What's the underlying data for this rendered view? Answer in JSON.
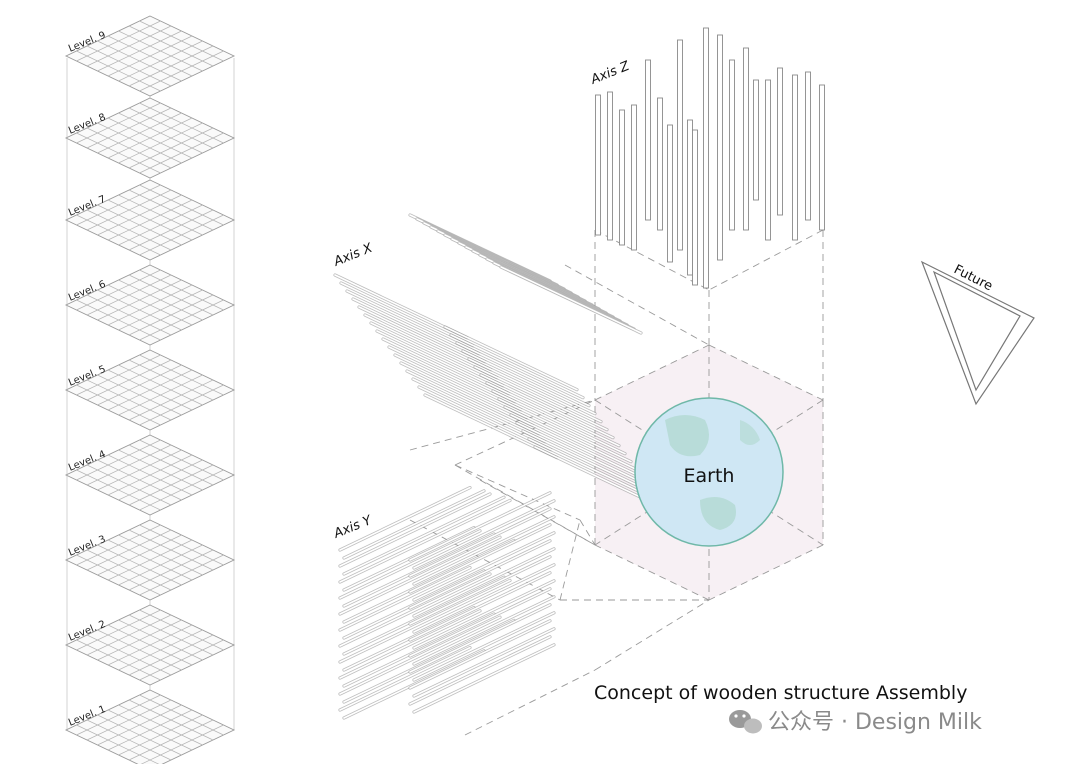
{
  "levels": [
    "Level. 1",
    "Level. 2",
    "Level. 3",
    "Level. 4",
    "Level. 5",
    "Level. 6",
    "Level. 7",
    "Level. 8",
    "Level. 9"
  ],
  "axes": {
    "x": "Axis X",
    "y": "Axis Y",
    "z": "Axis Z"
  },
  "center_label": "Earth",
  "triangle_label": "Future",
  "title": "Concept of wooden structure Assembly",
  "credit": "公众号 · Design Milk",
  "colors": {
    "earth_fill": "#cfe7f4",
    "earth_stroke": "#6fb8a8",
    "cube_fill": "#f7f0f4",
    "line": "#8a8a8a",
    "dash": "#9a9a9a"
  }
}
